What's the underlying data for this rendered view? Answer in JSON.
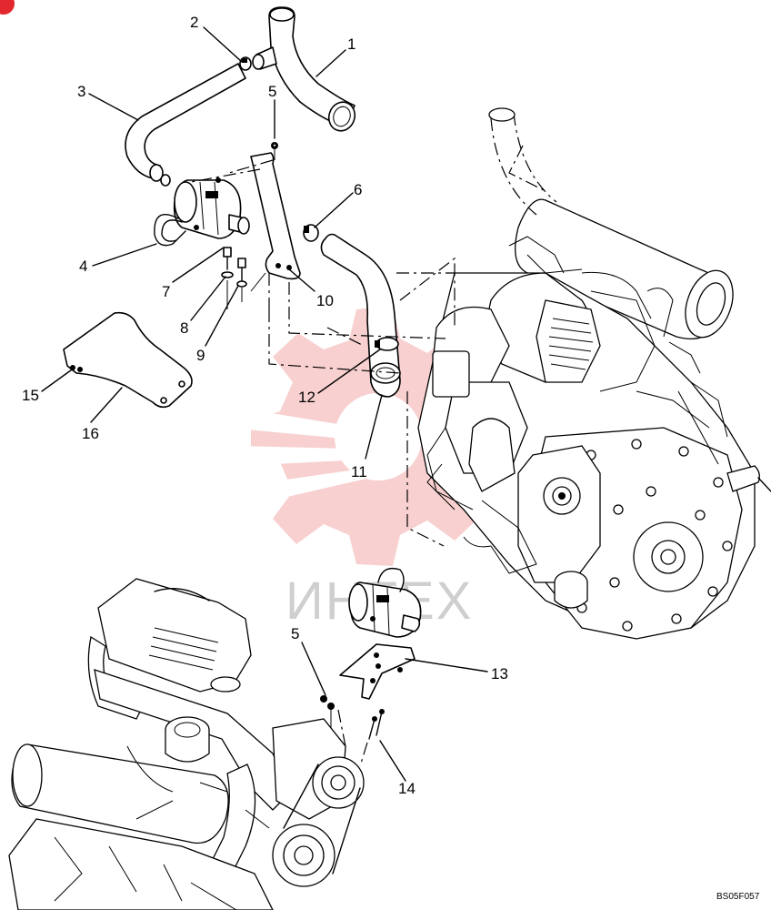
{
  "diagram": {
    "callouts": [
      "1",
      "2",
      "3",
      "4",
      "5",
      "6",
      "7",
      "8",
      "9",
      "10",
      "11",
      "12",
      "13",
      "14",
      "15",
      "16",
      "5"
    ],
    "drawing_code": "BS05F057",
    "watermark_text": "ИНТЕХ",
    "colors": {
      "line": "#000000",
      "watermark": "#f2a9a9",
      "badge": "#e2272f"
    }
  }
}
